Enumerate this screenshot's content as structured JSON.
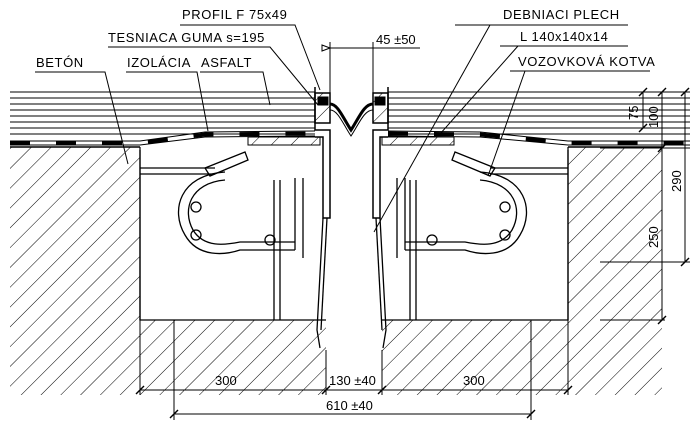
{
  "labels": {
    "profil": "PROFIL F 75x49",
    "tesniaca_guma": "TESNIACA GUMA s=195",
    "beton": "BETÓN",
    "izolacia": "IZOLÁCIA",
    "asfalt": "ASFALT",
    "debniaci_plech": "DEBNIACI PLECH",
    "uholnik": "L 140x140x14",
    "vozovkova_kotva": "VOZOVKOVÁ KOTVA"
  },
  "dimensions": {
    "gap_top": "45 ±50",
    "asphalt_75": "75",
    "top_100": "100",
    "total_290": "290",
    "depth_250": "250",
    "left_300": "300",
    "mid_130": "130 ±40",
    "right_300": "300",
    "total_610": "610 ±40"
  }
}
